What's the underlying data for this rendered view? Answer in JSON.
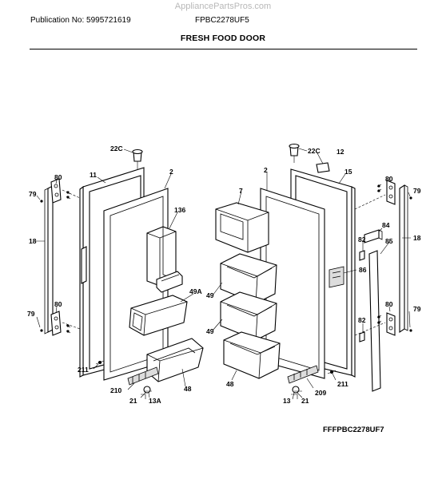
{
  "header": {
    "watermark": "AppliancePartsPros.com",
    "publication": "Publication No: 5995721619",
    "model": "FPBC2278UF5",
    "section_title": "FRESH FOOD DOOR"
  },
  "footer": {
    "diagram_ref": "FFFPBC2278UF7"
  },
  "labels": {
    "p22c_left": "22C",
    "p22c_right": "22C",
    "p12": "12",
    "p11": "11",
    "p2_left": "2",
    "p2_right": "2",
    "p15": "15",
    "p7": "7",
    "p80_ul": "80",
    "p80_ur": "80",
    "p80_ll": "80",
    "p80_lr": "80",
    "p79_ul": "79",
    "p79_ur": "79",
    "p79_ll": "79",
    "p79_lr": "79",
    "p18_left": "18",
    "p18_right": "18",
    "p136": "136",
    "p84": "84",
    "p82_top": "82",
    "p82_bot": "82",
    "p85": "85",
    "p86": "86",
    "p49a": "49A",
    "p49_r1": "49",
    "p49_r2": "49",
    "p48_left": "48",
    "p48_right": "48",
    "p211_left": "211",
    "p211_right": "211",
    "p210": "210",
    "p209": "209",
    "p21_left": "21",
    "p21_right": "21",
    "p13a": "13A",
    "p13": "13"
  }
}
